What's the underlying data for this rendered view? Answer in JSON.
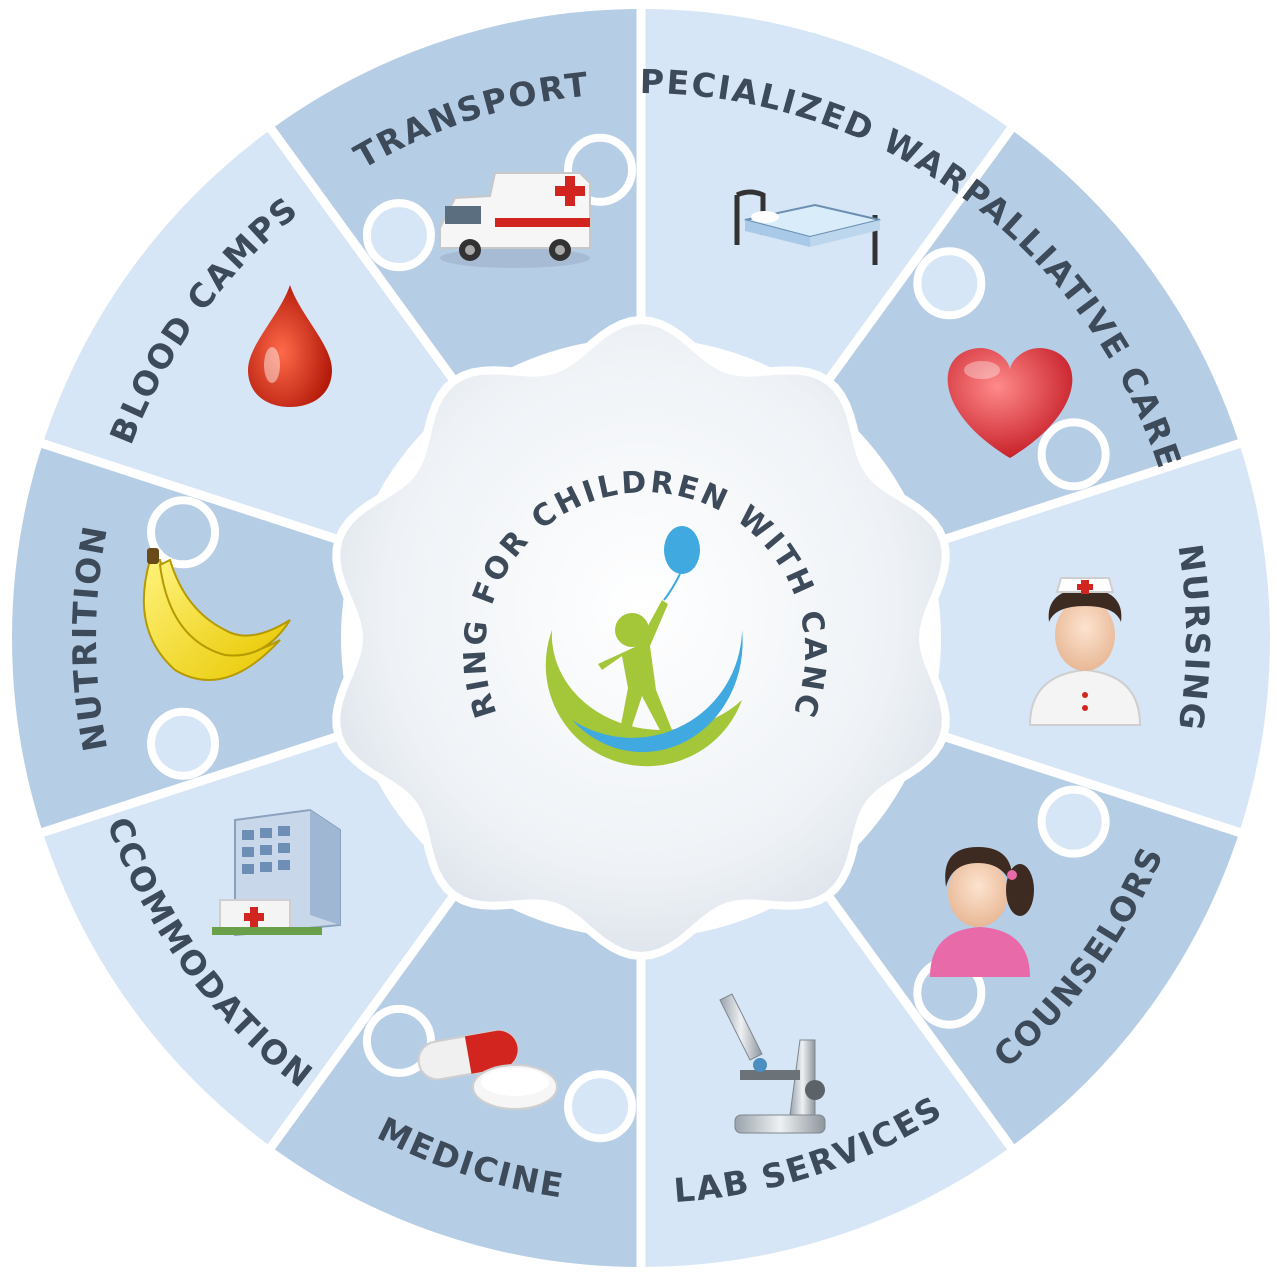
{
  "center": {
    "title": "CARING FOR CHILDREN WITH CANCER",
    "logo_colors": {
      "balloon": "#3fa9e0",
      "child": "#a4c639",
      "arc_green": "#a4c639",
      "arc_blue": "#3fa9e0"
    }
  },
  "segments": [
    {
      "label": "TRANSPORT",
      "icon": "ambulance-icon"
    },
    {
      "label": "SPECIALIZED WARD",
      "icon": "hospital-bed-icon"
    },
    {
      "label": "PALLIATIVE CARE",
      "icon": "heart-icon"
    },
    {
      "label": "NURSING",
      "icon": "nurse-icon"
    },
    {
      "label": "COUNSELORS",
      "icon": "counselor-icon"
    },
    {
      "label": "LAB SERVICES",
      "icon": "microscope-icon"
    },
    {
      "label": "MEDICINE",
      "icon": "pills-icon"
    },
    {
      "label": "ACCOMMODATIONS",
      "icon": "hospital-building-icon"
    },
    {
      "label": "NUTRITION",
      "icon": "banana-icon"
    },
    {
      "label": "BLOOD CAMPS",
      "icon": "blood-drop-icon"
    }
  ],
  "colors": {
    "segment_dark": "#b6cde6",
    "segment_light": "#d6e6f6",
    "divider": "#ffffff",
    "center_fill": "#e9eef4",
    "text": "#3c4a5a"
  }
}
